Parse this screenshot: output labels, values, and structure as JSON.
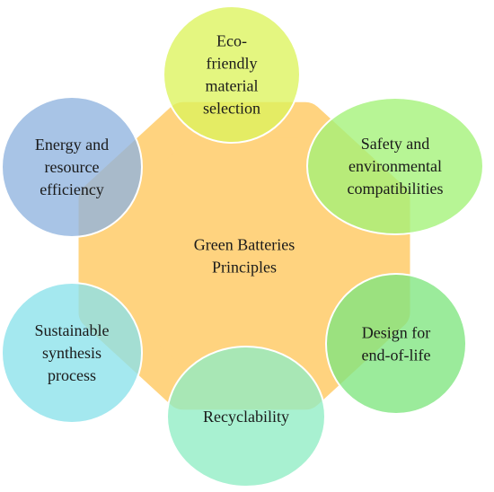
{
  "center": {
    "lines": [
      "Green Batteries",
      "Principles"
    ],
    "color": "#FFD37F"
  },
  "nodes": [
    {
      "id": "eco-friendly",
      "lines": [
        "Eco-",
        "friendly",
        "material",
        "selection"
      ],
      "color": "#DDF35C"
    },
    {
      "id": "safety",
      "lines": [
        "Safety and",
        "environmental",
        "compatibilities"
      ],
      "color": "#A3F277"
    },
    {
      "id": "design-end-of-life",
      "lines": [
        "Design for",
        "end-of-life"
      ],
      "color": "#7FE57F"
    },
    {
      "id": "recyclability",
      "lines": [
        "Recyclability"
      ],
      "color": "#8FEDC4"
    },
    {
      "id": "sustainable-synthesis",
      "lines": [
        "Sustainable",
        "synthesis",
        "process"
      ],
      "color": "#8BE1EA"
    },
    {
      "id": "energy-efficiency",
      "lines": [
        "Energy and",
        "resource",
        "efficiency"
      ],
      "color": "#8FB3DF"
    }
  ]
}
